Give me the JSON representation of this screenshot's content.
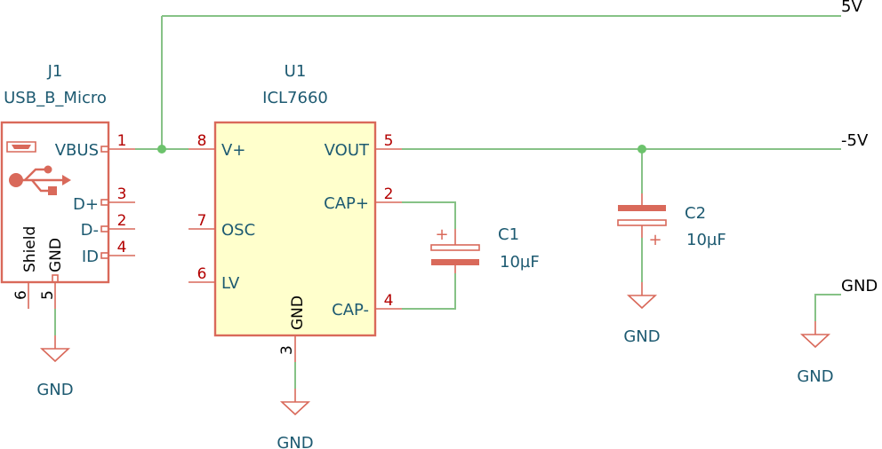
{
  "nets": {
    "v5": "5V",
    "vneg5": "-5V",
    "gnd": "GND"
  },
  "j1": {
    "ref": "J1",
    "value": "USB_B_Micro",
    "pins": {
      "vbus": {
        "label": "VBUS",
        "num": "1"
      },
      "dplus": {
        "label": "D+",
        "num": "3"
      },
      "dminus": {
        "label": "D-",
        "num": "2"
      },
      "id": {
        "label": "ID",
        "num": "4"
      },
      "shield": {
        "label": "Shield",
        "num": "6"
      },
      "gnd": {
        "label": "GND",
        "num": "5"
      }
    }
  },
  "u1": {
    "ref": "U1",
    "value": "ICL7660",
    "pins": {
      "vplus": {
        "label": "V+",
        "num": "8"
      },
      "osc": {
        "label": "OSC",
        "num": "7"
      },
      "lv": {
        "label": "LV",
        "num": "6"
      },
      "gnd": {
        "label": "GND",
        "num": "3"
      },
      "vout": {
        "label": "VOUT",
        "num": "5"
      },
      "capplus": {
        "label": "CAP+",
        "num": "2"
      },
      "capminus": {
        "label": "CAP-",
        "num": "4"
      }
    }
  },
  "c1": {
    "ref": "C1",
    "value": "10µF",
    "polarity": "+"
  },
  "c2": {
    "ref": "C2",
    "value": "10µF",
    "polarity": "+"
  },
  "colors": {
    "wire": "#86c286",
    "symbol": "#d9695a",
    "body_fill": "#ffffcc",
    "label": "#1d5a71",
    "pin_number": "#b30000",
    "net_label": "#000000"
  }
}
